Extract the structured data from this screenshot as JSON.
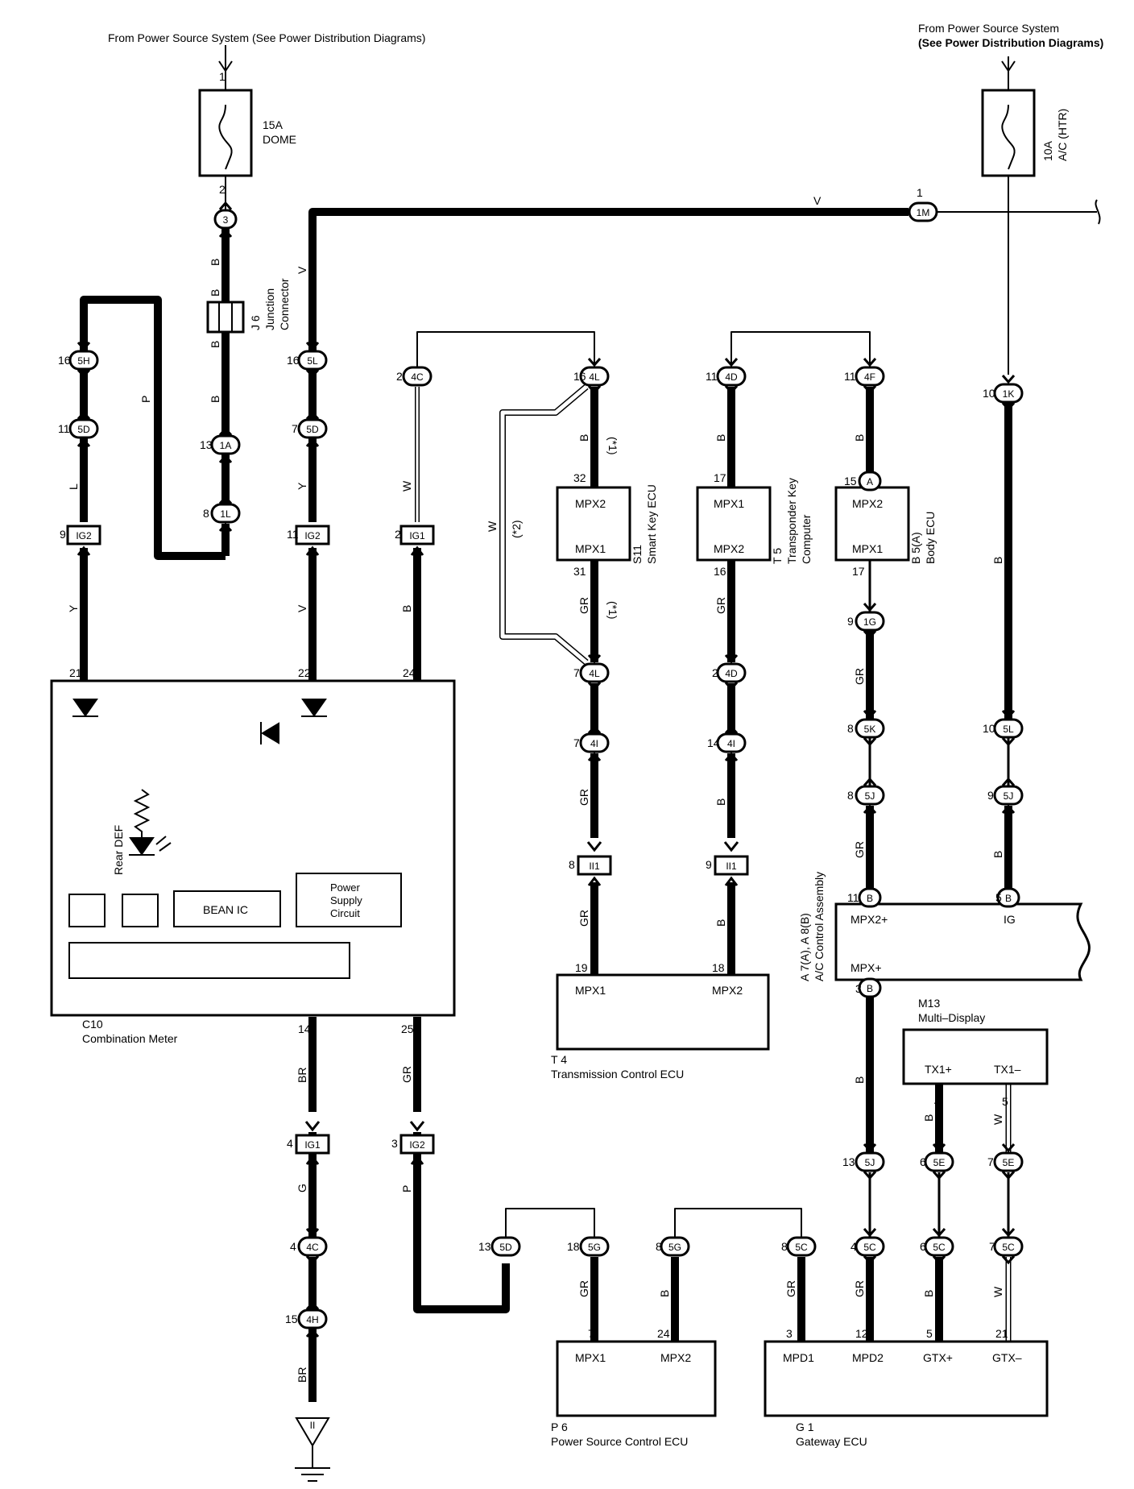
{
  "top_left_source": "From Power Source System (See Power Distribution Diagrams)",
  "top_right_source_1": "From Power Source System",
  "top_right_source_2": "(See Power Distribution Diagrams)",
  "fuses": [
    {
      "amp": "15A",
      "name": "DOME"
    },
    {
      "amp": "10A",
      "name": "A/C (HTR)"
    }
  ],
  "junction": {
    "code": "J 6",
    "name1": "Junction",
    "name2": "Connector"
  },
  "components": {
    "combination_meter": {
      "code": "C10",
      "name": "Combination Meter",
      "bean": "BEAN IC",
      "psc1": "Power",
      "psc2": "Supply",
      "psc3": "Circuit",
      "rear_def": "Rear DEF"
    },
    "smart_key": {
      "code": "S11",
      "name": "Smart Key ECU",
      "top": "MPX2",
      "bottom": "MPX1"
    },
    "transponder": {
      "code": "T 5",
      "name1": "Transponder Key",
      "name2": "Computer",
      "top": "MPX1",
      "bottom": "MPX2"
    },
    "body_ecu": {
      "code": "B 5(A)",
      "name": "Body ECU",
      "top": "MPX2",
      "bottom": "MPX1"
    },
    "trans_ecu": {
      "code": "T 4",
      "name": "Transmission Control ECU",
      "left": "MPX1",
      "right": "MPX2"
    },
    "ac": {
      "code": "A 7(A), A 8(B)",
      "name": "A/C Control Assembly",
      "p1": "MPX2+",
      "p2": "IG",
      "p3": "MPX+"
    },
    "multi_display": {
      "code": "M13",
      "name": "Multi–Display",
      "p1": "TX1+",
      "p2": "TX1–"
    },
    "power_source_ecu": {
      "code": "P 6",
      "name": "Power Source Control ECU",
      "p1": "MPX1",
      "p2": "MPX2"
    },
    "gateway": {
      "code": "G 1",
      "name": "Gateway ECU",
      "p1": "MPD1",
      "p2": "MPD2",
      "p3": "GTX+",
      "p4": "GTX–"
    }
  },
  "connectors": {
    "c3": "3",
    "c1M": "1M",
    "c5H": "5H",
    "c5D_a": "5D",
    "c1A": "1A",
    "c1L": "1L",
    "c5L": "5L",
    "c5D_b": "5D",
    "c4C": "4C",
    "c4L_a": "4L",
    "c4L_b": "4L",
    "c4D_a": "4D",
    "c4D_b": "4D",
    "c4F": "4F",
    "c1K": "1K",
    "cA": "A",
    "c1G": "1G",
    "c5K": "5K",
    "c5J_a": "5J",
    "c5L_b": "5L",
    "c5J_b": "5J",
    "cB1": "B",
    "cB2": "B",
    "cB3": "B",
    "c4I_a": "4I",
    "c4I_b": "4I",
    "c4C_b": "4C",
    "c4H": "4H",
    "c5D_c": "5D",
    "c5G_a": "5G",
    "c5G_b": "5G",
    "c5C_a": "5C",
    "c5C_b": "5C",
    "c5C_c": "5C",
    "c5C_d": "5C",
    "c5J_c": "5J",
    "c5E_a": "5E",
    "c5E_b": "5E"
  },
  "rect_connectors": {
    "ig2_a": "IG2",
    "ig2_b": "IG2",
    "ig1_a": "IG1",
    "ii1_a": "II1",
    "ii1_b": "II1",
    "ig1_b": "IG1",
    "ig2_c": "IG2",
    "ground": "II"
  },
  "pins": {
    "p1": "1",
    "p2": "2",
    "p1b": "1",
    "p16a": "16",
    "p11a": "11",
    "p9a": "9",
    "p13a": "13",
    "p8a": "8",
    "p16b": "16",
    "p7a": "7",
    "p11b": "11",
    "p2b": "2",
    "p2c": "2",
    "p16c": "16",
    "p11c": "11",
    "p11d": "11",
    "p10a": "10",
    "p32": "32",
    "p31": "31",
    "p17a": "17",
    "p16d": "16",
    "p15": "15",
    "p17b": "17",
    "p9b": "9",
    "p8b": "8",
    "p10b": "10",
    "p8c": "8",
    "p9c": "9",
    "p11e": "11",
    "p5a": "5",
    "p7b": "7",
    "p2d": "2",
    "p7c": "7",
    "p14a": "14",
    "p8d": "8",
    "p9d": "9",
    "p19": "19",
    "p18": "18",
    "p21": "21",
    "p22": "22",
    "p24a": "24",
    "p14b": "14",
    "p25": "25",
    "p4a": "4",
    "p3a": "3",
    "p4b": "4",
    "p15b": "15",
    "p3b": "3",
    "p13b": "13",
    "p13c": "13",
    "p4c": "4",
    "p4d": "4",
    "p6a": "6",
    "p7d": "7",
    "p5b": "5",
    "p13d": "13",
    "p18b": "18",
    "p8e": "8",
    "p8f": "8",
    "p4e": "4",
    "p6b": "6",
    "p7e": "7",
    "p7f": "7",
    "p24b": "24",
    "p3c": "3",
    "p12": "12",
    "p5c": "5",
    "p21b": "21"
  },
  "wire_colors": {
    "V": "V",
    "B": "B",
    "P": "P",
    "L": "L",
    "Y": "Y",
    "W": "W",
    "GR": "GR",
    "BR": "BR",
    "G": "G"
  },
  "notes": {
    "n1": "(*1)",
    "n2": "(*2)"
  }
}
